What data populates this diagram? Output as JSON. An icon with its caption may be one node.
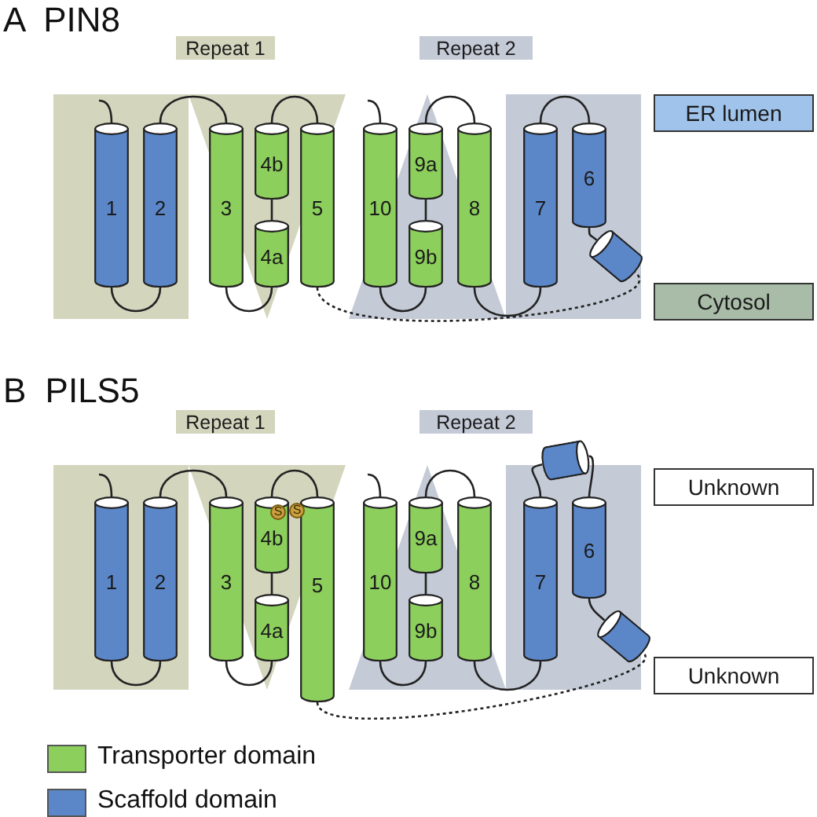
{
  "diagram": {
    "nodes": [
      {
        "text": [
          "Repeat 1"
        ]
      },
      {
        "text": [
          "Repeat 2"
        ]
      },
      {
        "text": [
          "ER lumen"
        ]
      },
      {
        "text": [
          "1"
        ]
      },
      {
        "text": [
          "2"
        ]
      },
      {
        "text": [
          "3"
        ]
      },
      {
        "text": [
          "4b"
        ]
      },
      {
        "text": [
          "4a"
        ]
      },
      {
        "text": [
          "5"
        ]
      },
      {
        "text": [
          "10"
        ]
      },
      {
        "text": [
          "9a"
        ]
      },
      {
        "text": [
          "9b"
        ]
      },
      {
        "text": [
          "8"
        ]
      },
      {
        "text": [
          "7"
        ]
      },
      {
        "text": [
          "6"
        ]
      },
      {
        "text": [],
        "shape": "cylinder"
      },
      {
        "text": [
          "Cytosol"
        ]
      },
      {
        "text": [
          "Repeat 1"
        ]
      },
      {
        "text": [
          "Repeat 2"
        ]
      },
      {
        "text": [],
        "shape": "cylinder"
      },
      {
        "text": [
          "Unknown"
        ]
      },
      {
        "text": [
          "1"
        ]
      },
      {
        "text": [
          "2"
        ]
      },
      {
        "text": [
          "3"
        ]
      },
      {
        "text": [
          "4b"
        ]
      },
      {
        "text": [
          "4a"
        ]
      },
      {
        "text": [
          "5"
        ]
      },
      {
        "text": [
          "10"
        ]
      },
      {
        "text": [
          "9a"
        ]
      },
      {
        "text": [
          "9b"
        ]
      },
      {
        "text": [
          "8"
        ]
      },
      {
        "text": [
          "7"
        ]
      },
      {
        "text": [
          "6"
        ]
      },
      {
        "text": [],
        "shape": "cylinder"
      },
      {
        "text": [
          "Unknown"
        ]
      }
    ],
    "edges": [
      {
        "from": null,
        "to": 3,
        "arrow": "none"
      },
      {
        "from": 3,
        "to": 4,
        "arrow": "none"
      },
      {
        "from": 4,
        "to": 5,
        "arrow": "none"
      },
      {
        "from": 5,
        "to": 7,
        "arrow": "none"
      },
      {
        "from": 7,
        "to": 6,
        "arrow": "none"
      },
      {
        "from": 6,
        "to": 8,
        "arrow": "none"
      },
      {
        "from": 8,
        "to": 15,
        "arrow": "none",
        "style": "dashed"
      },
      {
        "from": 15,
        "to": 14,
        "arrow": "none"
      },
      {
        "from": 14,
        "to": 13,
        "arrow": "none"
      },
      {
        "from": 13,
        "to": 12,
        "arrow": "none"
      },
      {
        "from": 12,
        "to": 10,
        "arrow": "none"
      },
      {
        "from": 10,
        "to": 11,
        "arrow": "none"
      },
      {
        "from": 11,
        "to": 9,
        "arrow": "none"
      },
      {
        "from": null,
        "to": 9,
        "arrow": "none"
      },
      {
        "from": null,
        "to": 21,
        "arrow": "none"
      },
      {
        "from": 21,
        "to": 22,
        "arrow": "none"
      },
      {
        "from": 22,
        "to": 23,
        "arrow": "none"
      },
      {
        "from": 23,
        "to": 25,
        "arrow": "none"
      },
      {
        "from": 25,
        "to": 24,
        "arrow": "none"
      },
      {
        "from": 24,
        "to": 26,
        "arrow": "none"
      },
      {
        "from": 26,
        "to": 33,
        "arrow": "none",
        "style": "dashed"
      },
      {
        "from": 33,
        "to": 32,
        "arrow": "none"
      },
      {
        "from": 32,
        "to": 19,
        "arrow": "none"
      },
      {
        "from": 19,
        "to": 31,
        "arrow": "none"
      },
      {
        "from": 31,
        "to": 30,
        "arrow": "none"
      },
      {
        "from": 30,
        "to": 28,
        "arrow": "none"
      },
      {
        "from": 28,
        "to": 29,
        "arrow": "none"
      },
      {
        "from": 29,
        "to": 27,
        "arrow": "none"
      },
      {
        "from": null,
        "to": 27,
        "arrow": "none"
      }
    ],
    "labels": [
      "A PIN8",
      "B PILS5",
      "S",
      "S"
    ],
    "legend": [
      {
        "text": "Transporter domain",
        "color": "#8ccf5c"
      },
      {
        "text": "Scaffold domain",
        "color": "#5b87c9"
      }
    ]
  }
}
